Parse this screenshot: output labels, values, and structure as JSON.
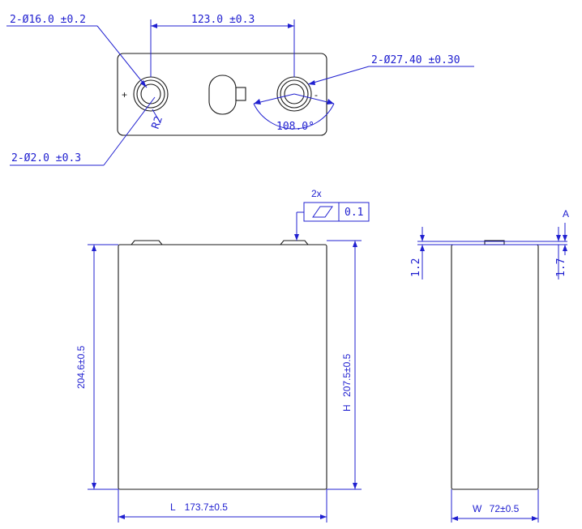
{
  "top_view": {
    "terminal_hole_dim": "2-Ø16.0 ±0.2",
    "terminal_spacing_dim": "123.0 ±0.3",
    "terminal_outer_dim": "2-Ø27.40 ±0.30",
    "angle_dim": "108.0°",
    "radius_dim": "R2",
    "small_hole_dim": "2-Ø2.0 ±0.3",
    "positive_mark": "+",
    "negative_mark": "-"
  },
  "front_view": {
    "flatness_count": "2x",
    "flatness_value": "0.1",
    "height_body_dim": "204.6±0.5",
    "height_total_dim": "207.5±0.5",
    "height_letter": "H",
    "length_dim": "173.7±0.5",
    "length_letter": "L"
  },
  "side_view": {
    "datum_label": "A",
    "left_offset_dim": "1.2",
    "right_offset_dim": "1.7",
    "width_dim": "72±0.5",
    "width_letter": "W"
  },
  "colors": {
    "dimension": "#2020d0",
    "outline": "#1a1a1a"
  }
}
